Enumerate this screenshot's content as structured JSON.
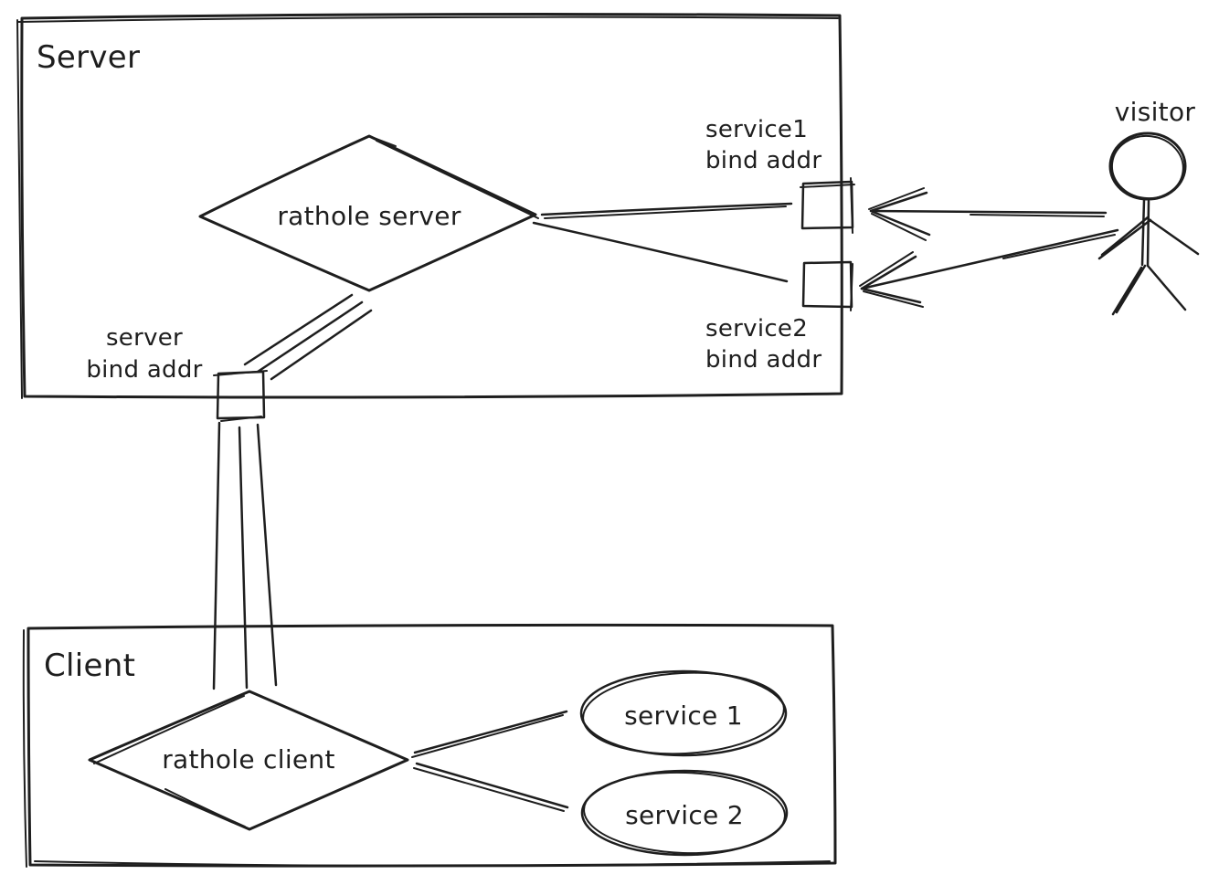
{
  "diagram": {
    "colors": {
      "stroke": "#1e1e1e",
      "background": "#ffffff"
    },
    "server_box": {
      "label": "Server"
    },
    "client_box": {
      "label": "Client"
    },
    "rathole_server": {
      "label": "rathole server"
    },
    "rathole_client": {
      "label": "rathole client"
    },
    "service1_bind": {
      "line1": "service1",
      "line2": "bind addr"
    },
    "service2_bind": {
      "line1": "service2",
      "line2": "bind addr"
    },
    "server_bind": {
      "line1": "server",
      "line2": "bind addr"
    },
    "service1_node": {
      "label": "service 1"
    },
    "service2_node": {
      "label": "service 2"
    },
    "visitor": {
      "label": "visitor"
    },
    "connections": [
      {
        "from": "rathole-server",
        "to": "service1-bind-addr",
        "style": "line"
      },
      {
        "from": "rathole-server",
        "to": "service2-bind-addr",
        "style": "line"
      },
      {
        "from": "rathole-server",
        "to": "server-bind-addr",
        "style": "triple-line"
      },
      {
        "from": "server-bind-addr",
        "to": "rathole-client",
        "style": "triple-line"
      },
      {
        "from": "rathole-client",
        "to": "service-1",
        "style": "line"
      },
      {
        "from": "rathole-client",
        "to": "service-2",
        "style": "line"
      },
      {
        "from": "visitor",
        "to": "service1-bind-addr",
        "style": "arrow"
      },
      {
        "from": "visitor",
        "to": "service2-bind-addr",
        "style": "arrow"
      }
    ]
  }
}
